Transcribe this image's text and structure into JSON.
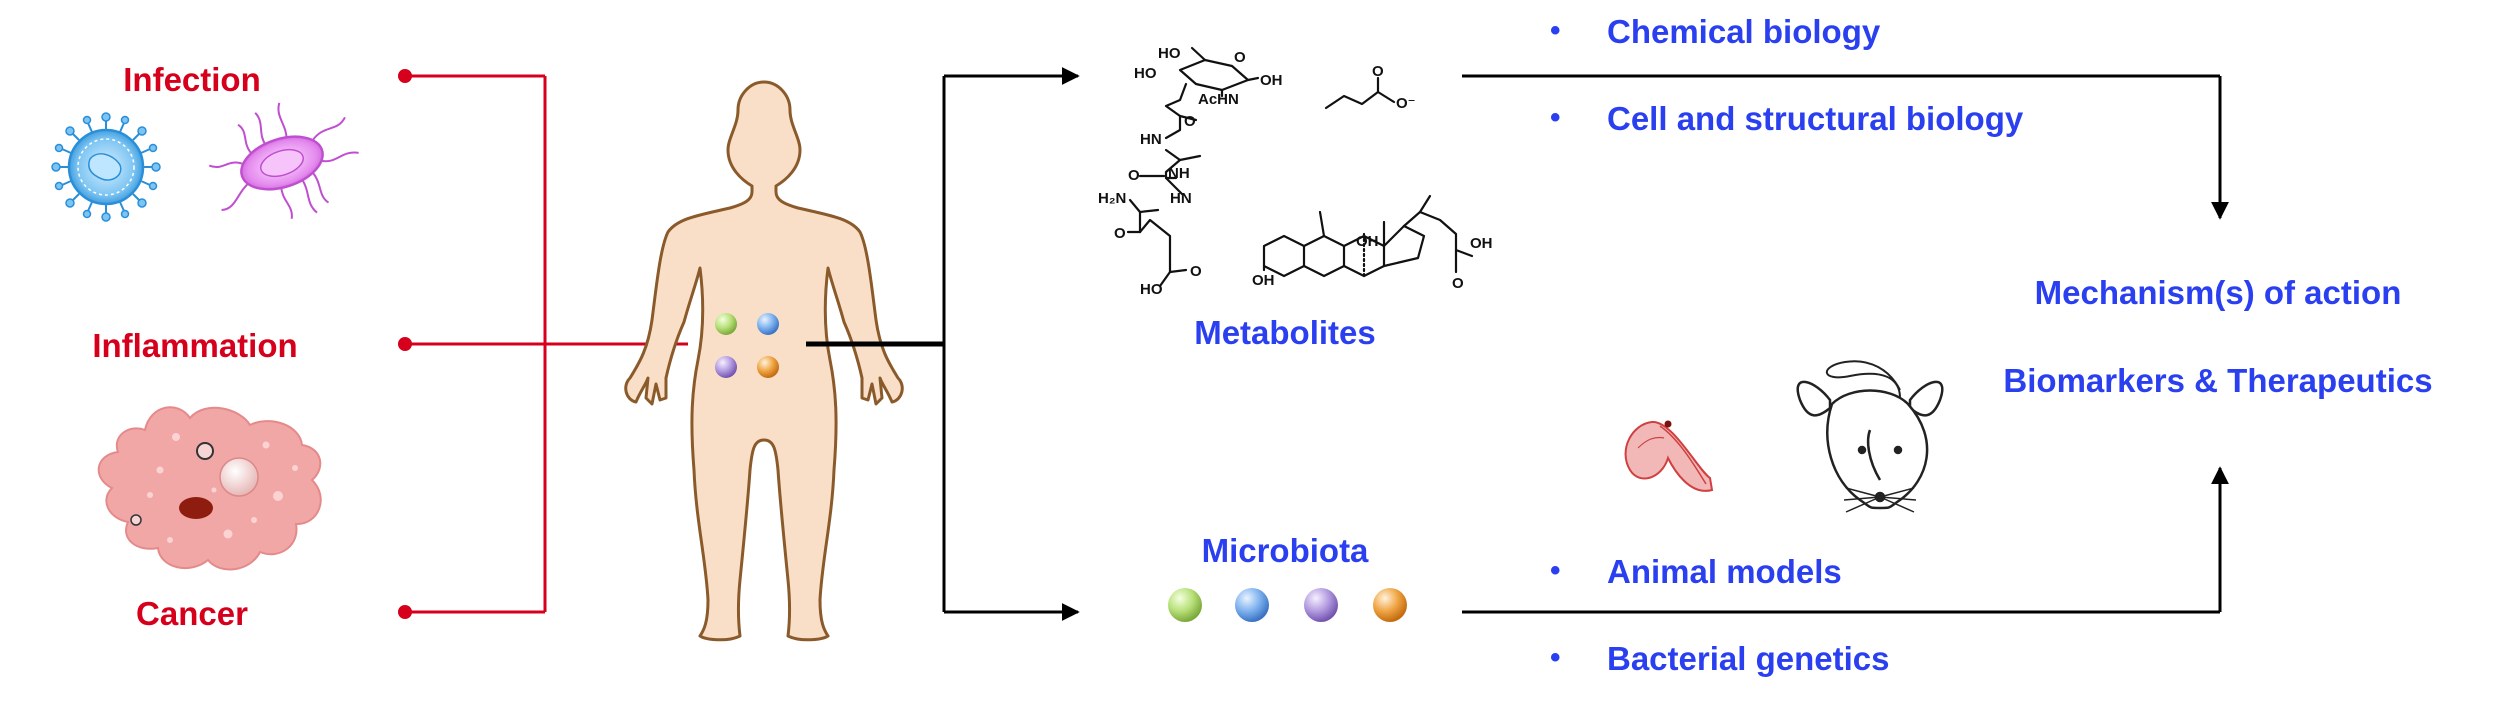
{
  "colors": {
    "disease_red": "#d6001c",
    "approach_blue": "#2a3ff0",
    "line_black": "#000000",
    "body_fill": "#f9dfc8",
    "body_stroke": "#8a5a2b"
  },
  "diseases": {
    "infection": "Infection",
    "inflammation": "Inflammation",
    "cancer": "Cancer"
  },
  "nodes": {
    "metabolites": "Metabolites",
    "microbiota": "Microbiota"
  },
  "approaches_top": {
    "bullet": "•",
    "item1": "Chemical biology",
    "item2": "Cell and structural biology"
  },
  "approaches_bottom": {
    "bullet": "•",
    "item1": "Animal models",
    "item2": "Bacterial genetics"
  },
  "outcomes": {
    "moa": "Mechanism(s) of action",
    "biomarkers": "Biomarkers & Therapeutics"
  },
  "chem_labels": {
    "ho1": "HO",
    "ho2": "HO",
    "oh1": "OH",
    "achn": "AcHN",
    "o_ring": "O",
    "o1": "O",
    "hn1": "HN",
    "o2": "O",
    "hn2": "HN",
    "h2n": "H₂N",
    "nh": "NH",
    "o3": "O",
    "ho3": "HO",
    "o4": "O",
    "butyrate_o": "O",
    "butyrate_ominus": "O⁻",
    "oh2": "OH",
    "oh3": "OH",
    "oh4": "OH",
    "o5": "O"
  },
  "icons": {
    "virus": "virus-icon",
    "bacterium": "bacterium-icon",
    "cancer_cell": "cancer-cell-icon",
    "human": "human-body-icon",
    "worm": "c-elegans-icon",
    "mouse": "mouse-icon"
  },
  "microbe_colors": [
    "#b8e07a",
    "#7fb2ee",
    "#b39be0",
    "#f0a544"
  ]
}
